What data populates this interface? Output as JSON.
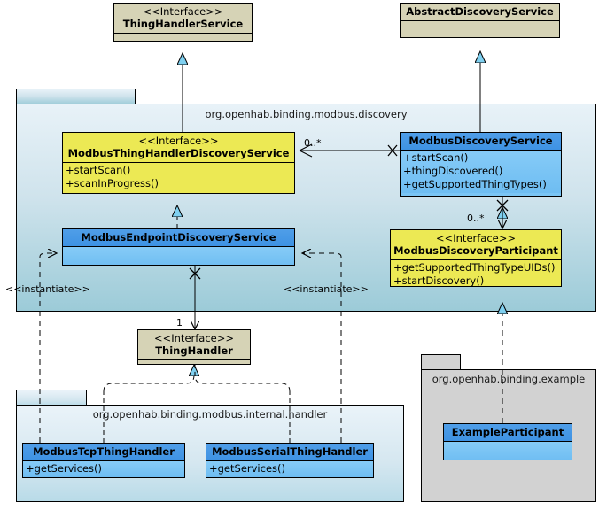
{
  "diagram": {
    "title": "Modbus discovery UML class diagram",
    "colors": {
      "interface_fill": "#ECE954",
      "class_fill": "#7AC5F5",
      "abstract_fill": "#D6D3B6",
      "package_blue": "#CFE3EC",
      "package_gray": "#D2D2D2",
      "line": "#000000",
      "arrow_blue": "#7AC5F5"
    }
  },
  "packages": [
    {
      "id": "pkg-discovery",
      "label": "org.openhab.binding.modbus.discovery"
    },
    {
      "id": "pkg-internal-handler",
      "label": "org.openhab.binding.modbus.internal.handler"
    },
    {
      "id": "pkg-example",
      "label": "org.openhab.binding.example"
    }
  ],
  "nodes": {
    "thing_handler_service": {
      "stereotype": "<<Interface>>",
      "name": "ThingHandlerService",
      "members": []
    },
    "abstract_discovery_service": {
      "stereotype": "",
      "name": "AbstractDiscoveryService",
      "members": []
    },
    "modbus_thing_handler_discovery_service": {
      "stereotype": "<<Interface>>",
      "name": "ModbusThingHandlerDiscoveryService",
      "members": [
        "+startScan()",
        "+scanInProgress()"
      ]
    },
    "modbus_discovery_service": {
      "stereotype": "",
      "name": "ModbusDiscoveryService",
      "members": [
        "+startScan()",
        "+thingDiscovered()",
        "+getSupportedThingTypes()"
      ]
    },
    "modbus_endpoint_discovery_service": {
      "stereotype": "",
      "name": "ModbusEndpointDiscoveryService",
      "members": []
    },
    "modbus_discovery_participant": {
      "stereotype": "<<Interface>>",
      "name": "ModbusDiscoveryParticipant",
      "members": [
        "+getSupportedThingTypeUIDs()",
        "+startDiscovery()"
      ]
    },
    "thing_handler": {
      "stereotype": "<<Interface>>",
      "name": "ThingHandler",
      "members": []
    },
    "modbus_tcp_thing_handler": {
      "stereotype": "",
      "name": "ModbusTcpThingHandler",
      "members": [
        "+getServices()"
      ]
    },
    "modbus_serial_thing_handler": {
      "stereotype": "",
      "name": "ModbusSerialThingHandler",
      "members": [
        "+getServices()"
      ]
    },
    "example_participant": {
      "stereotype": "",
      "name": "ExampleParticipant",
      "members": []
    }
  },
  "edge_labels": {
    "assoc_discovery_service_multiplicity": "0..*",
    "assoc_participant_multiplicity": "0..*",
    "assoc_thing_handler_multiplicity": "1",
    "instantiate_left": "<<instantiate>>",
    "instantiate_right": "<<instantiate>>"
  }
}
